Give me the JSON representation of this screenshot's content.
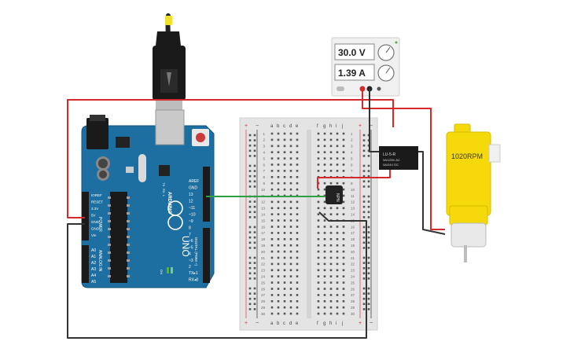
{
  "power_supply": {
    "voltage": "30.0 V",
    "current": "1.39 A"
  },
  "arduino": {
    "brand": "ARDUINO",
    "model": "UNO",
    "power_header_title": "POWER",
    "analog_header_title": "ANALOG IN",
    "digital_header_title": "DIGITAL (PWM ~)",
    "power_pins": [
      "IOREF",
      "RESET",
      "3.3V",
      "5V",
      "GND",
      "GND",
      "Vin"
    ],
    "analog_pins": [
      "A0",
      "A1",
      "A2",
      "A3",
      "A4",
      "A5"
    ],
    "digital_top_pins": [
      "AREF",
      "GND",
      "13",
      "12",
      "~11",
      "~10",
      "~9",
      "8"
    ],
    "digital_bottom_pins": [
      "7",
      "~6",
      "~5",
      "4",
      "~3",
      "2",
      "TX▸1",
      "RX◂0"
    ],
    "led_labels": [
      "TX",
      "RX",
      "L"
    ],
    "on_label": "ON"
  },
  "breadboard": {
    "left_columns": [
      "a",
      "b",
      "c",
      "d",
      "e"
    ],
    "right_columns": [
      "f",
      "g",
      "h",
      "i",
      "j"
    ],
    "rail_plus": "+",
    "rail_minus": "−",
    "row_count": 30
  },
  "transistor": {
    "label": "NPN"
  },
  "relay": {
    "line1": "LU-5-R",
    "line2": "3A/125V AC",
    "line3": "3A/24V DC"
  },
  "motor": {
    "label": "1020RPM"
  },
  "colors": {
    "board_blue": "#1c6fa0",
    "wire_red": "#d42a2a",
    "wire_black": "#333333",
    "wire_green": "#2ea043",
    "motor_yellow": "#f5d90a"
  }
}
